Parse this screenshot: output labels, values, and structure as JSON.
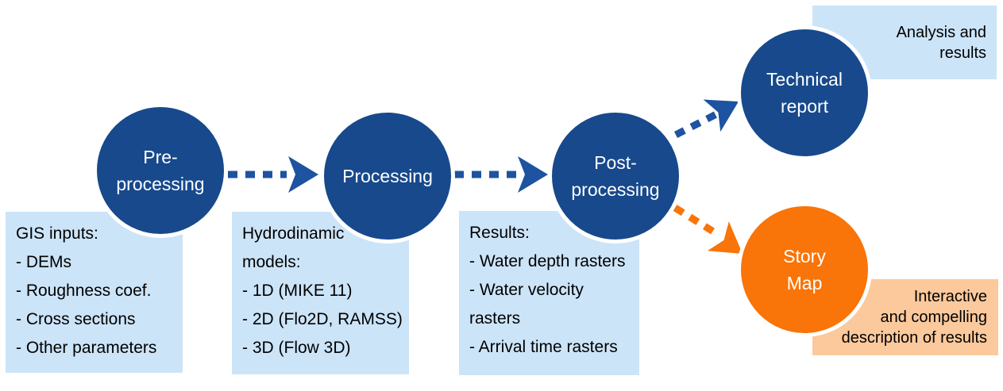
{
  "stages": {
    "pre": {
      "lines": [
        "Pre-",
        "processing"
      ]
    },
    "processing": {
      "lines": [
        "Processing"
      ]
    },
    "post": {
      "lines": [
        "Post-",
        "processing"
      ]
    },
    "technical_report": {
      "lines": [
        "Technical",
        "report"
      ]
    },
    "story_map": {
      "lines": [
        "Story",
        "Map"
      ]
    }
  },
  "notes": {
    "gis": {
      "lines": [
        "GIS inputs:",
        "- DEMs",
        "- Roughness coef.",
        "- Cross sections",
        "- Other parameters"
      ]
    },
    "hydrodynamic": {
      "lines": [
        "Hydrodinamic",
        "models:",
        "- 1D (MIKE 11)",
        "- 2D (Flo2D, RAMSS)",
        "- 3D (Flow 3D)"
      ]
    },
    "results": {
      "lines": [
        "Results:",
        "- Water depth rasters",
        "- Water velocity rasters",
        "- Arrival time rasters"
      ]
    },
    "analysis": {
      "lines": [
        "Analysis and",
        "results"
      ]
    },
    "interactive": {
      "lines": [
        "Interactive",
        "and compelling",
        "description of results"
      ]
    }
  },
  "colors": {
    "stage_blue": "#17498C",
    "stage_orange": "#F97409",
    "arrow_blue": "#1D53A0",
    "arrow_orange": "#F97409",
    "note_blue": "#CCE4F8",
    "note_orange": "#FBC99C",
    "note_text": "#000000",
    "stage_text": "#FFFFFF"
  }
}
